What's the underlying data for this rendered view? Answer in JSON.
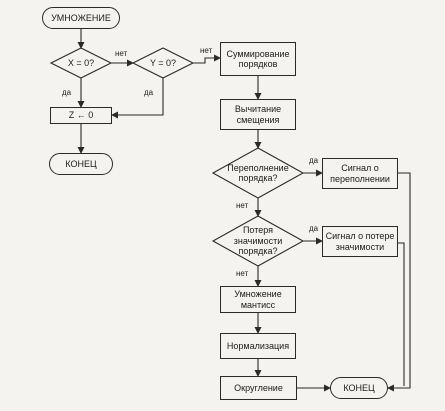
{
  "nodes": {
    "start": "УМНОЖЕНИЕ",
    "x_zero": "X = 0?",
    "y_zero": "Y = 0?",
    "z_assign": "Z ← 0",
    "end_left": "КОНЕЦ",
    "sum_exp": "Суммирование\nпорядков",
    "sub_bias": "Вычитание\nсмещения",
    "overflow_q": "Переполнение\nпорядка?",
    "overflow_sig": "Сигнал о\nпереполнении",
    "underflow_q": "Потеря\nзначимости\nпорядка?",
    "underflow_sig": "Сигнал о потере\nзначимости",
    "mult_mant": "Умножение\nмантисс",
    "normalize": "Нормализация",
    "round": "Округление",
    "end_right": "КОНЕЦ"
  },
  "labels": {
    "x_no": "нет",
    "y_no": "нет",
    "x_yes": "да",
    "y_yes": "да",
    "overflow_yes": "да",
    "overflow_no": "нет",
    "underflow_yes": "да",
    "underflow_no": "нет"
  }
}
